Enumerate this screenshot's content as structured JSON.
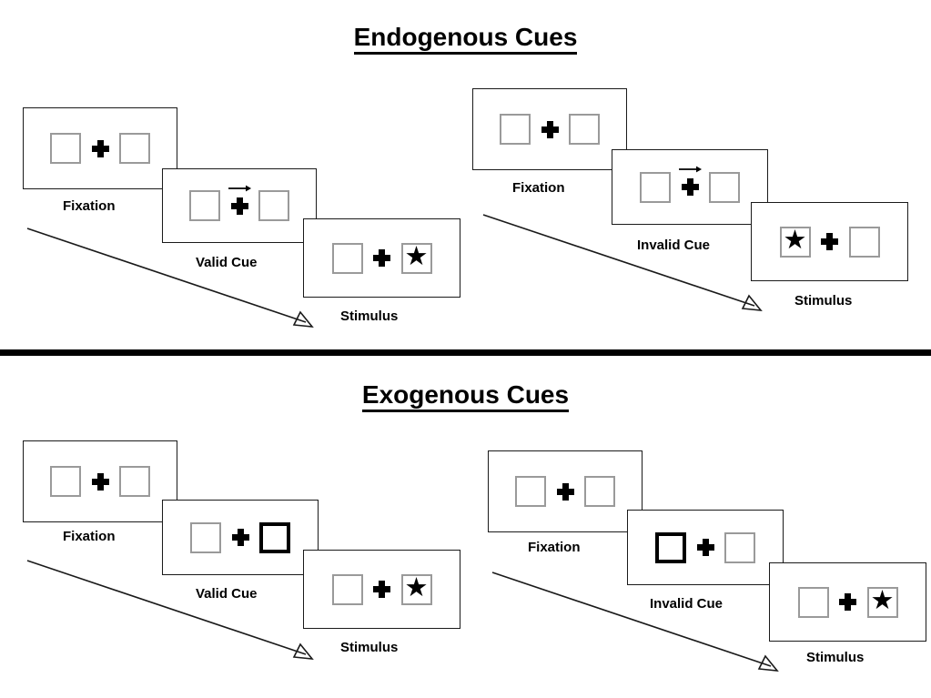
{
  "figure": {
    "type": "diagram",
    "description": "Posner cueing paradigm schematic showing endogenous and exogenous cue trial sequences"
  },
  "sections": [
    {
      "id": "endogenous",
      "title": "Endogenous Cues",
      "trials": [
        {
          "id": "endogenous-valid",
          "validity": "valid",
          "steps": [
            {
              "caption": "Fixation",
              "cue_type": "none",
              "left_box": "empty",
              "right_box": "empty",
              "center": "plus"
            },
            {
              "caption": "Valid Cue",
              "cue_type": "arrow-right",
              "left_box": "empty",
              "right_box": "empty",
              "center": "plus-with-arrow"
            },
            {
              "caption": "Stimulus",
              "cue_type": "none",
              "left_box": "empty",
              "right_box": "star",
              "center": "plus"
            }
          ]
        },
        {
          "id": "endogenous-invalid",
          "validity": "invalid",
          "steps": [
            {
              "caption": "Fixation",
              "cue_type": "none",
              "left_box": "empty",
              "right_box": "empty",
              "center": "plus"
            },
            {
              "caption": "Invalid Cue",
              "cue_type": "arrow-right",
              "left_box": "empty",
              "right_box": "empty",
              "center": "plus-with-arrow"
            },
            {
              "caption": "Stimulus",
              "cue_type": "none",
              "left_box": "star",
              "right_box": "empty",
              "center": "plus"
            }
          ]
        }
      ]
    },
    {
      "id": "exogenous",
      "title": "Exogenous Cues",
      "trials": [
        {
          "id": "exogenous-valid",
          "validity": "valid",
          "steps": [
            {
              "caption": "Fixation",
              "cue_type": "none",
              "left_box": "empty",
              "right_box": "empty",
              "center": "plus"
            },
            {
              "caption": "Valid Cue",
              "cue_type": "box-flash-right",
              "left_box": "empty",
              "right_box": "cued",
              "center": "plus"
            },
            {
              "caption": "Stimulus",
              "cue_type": "none",
              "left_box": "empty",
              "right_box": "star",
              "center": "plus"
            }
          ]
        },
        {
          "id": "exogenous-invalid",
          "validity": "invalid",
          "steps": [
            {
              "caption": "Fixation",
              "cue_type": "none",
              "left_box": "empty",
              "right_box": "empty",
              "center": "plus"
            },
            {
              "caption": "Invalid Cue",
              "cue_type": "box-flash-left",
              "left_box": "cued",
              "right_box": "empty",
              "center": "plus"
            },
            {
              "caption": "Stimulus",
              "cue_type": "none",
              "left_box": "empty",
              "right_box": "star",
              "center": "plus"
            }
          ]
        }
      ]
    }
  ],
  "glyphs": {
    "star": "★",
    "fixation_cross": "plus-icon",
    "cue_arrow": "arrow-right-icon",
    "time_arrow": "time-flow-arrow-icon"
  },
  "colors": {
    "background": "#ffffff",
    "ink": "#000000",
    "panel_border": "#1a1a1a",
    "box_border": "#9a9a9a",
    "cued_box_border": "#000000",
    "divider": "#000000"
  }
}
